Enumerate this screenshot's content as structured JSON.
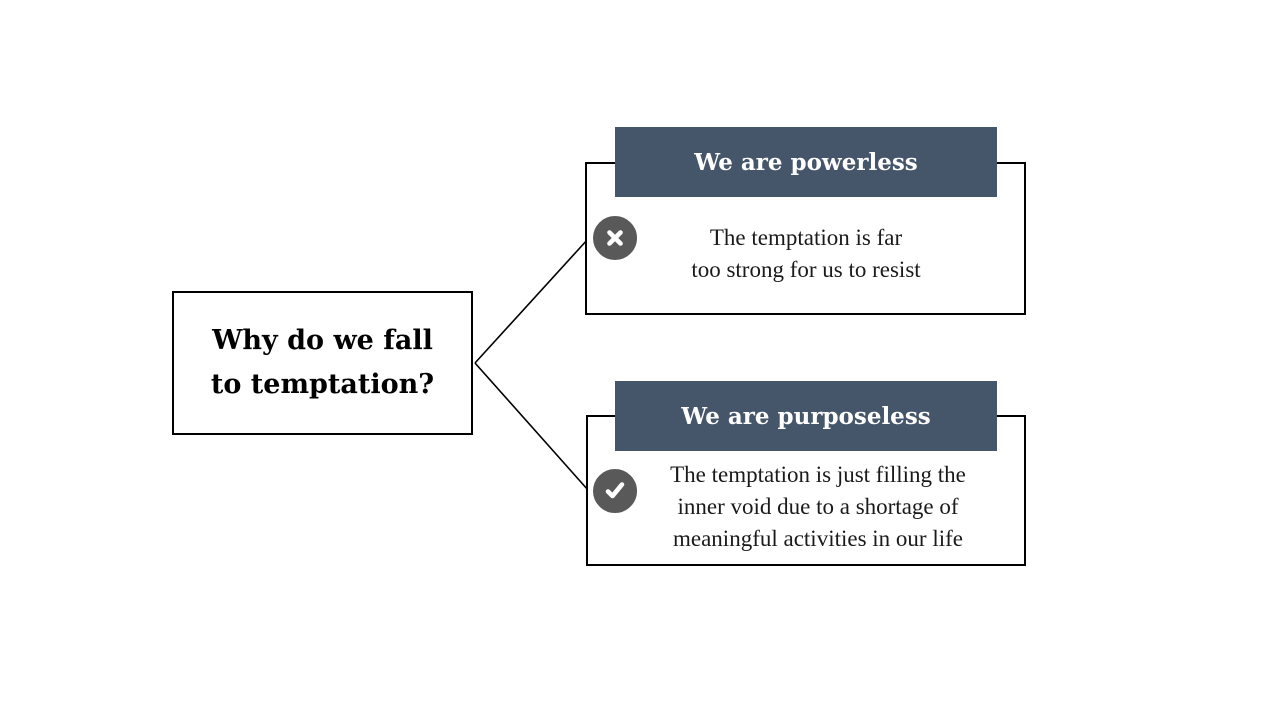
{
  "colors": {
    "header_bg": "#45556A",
    "icon_bg": "#595959",
    "line_color": "#000000",
    "canvas_bg": "#FFFFFF"
  },
  "root_box": {
    "lines": [
      "Why do we fall",
      "to temptation?"
    ]
  },
  "branches": [
    {
      "title": "We are powerless",
      "icon": "cross-icon",
      "body_lines": [
        "The temptation is far",
        "too strong for us to resist"
      ]
    },
    {
      "title": "We are purposeless",
      "icon": "check-icon",
      "body_lines": [
        "The temptation is just filling the",
        "inner void due to a shortage of",
        "meaningful activities in our life"
      ]
    }
  ]
}
